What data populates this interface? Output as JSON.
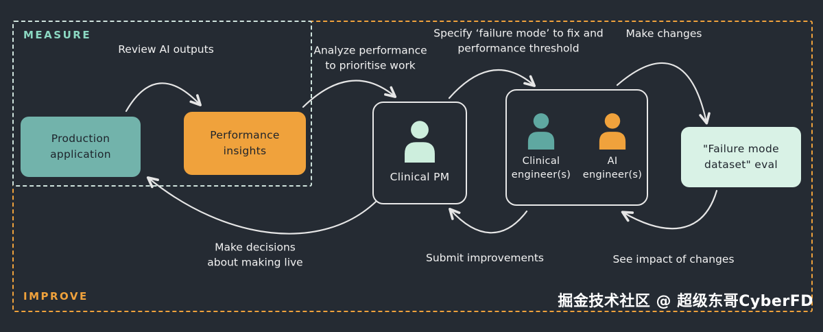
{
  "regions": {
    "measure": {
      "label": "MEASURE"
    },
    "improve": {
      "label": "IMPROVE"
    }
  },
  "nodes": {
    "production": {
      "label": "Production application",
      "color": "#72b3ab"
    },
    "insights": {
      "label": "Performance insights",
      "color": "#f0a23c"
    },
    "clinical_pm": {
      "label": "Clinical PM",
      "icon": "person-icon",
      "icon_color": "#cdeedd"
    },
    "clinical_engineer": {
      "label": "Clinical engineer(s)",
      "icon": "person-icon",
      "icon_color": "#5fa8a1"
    },
    "ai_engineer": {
      "label": "AI engineer(s)",
      "icon": "person-icon",
      "icon_color": "#f0a23c"
    },
    "failure_eval": {
      "label": "\"Failure mode dataset\" eval",
      "color": "#d9f2e6"
    }
  },
  "arrows": {
    "review": {
      "label": "Review AI outputs"
    },
    "analyze": {
      "label": "Analyze performance to prioritise work"
    },
    "specify": {
      "label": "Specify ‘failure mode’ to fix and performance threshold"
    },
    "make_changes": {
      "label": "Make changes"
    },
    "see_impact": {
      "label": "See impact of changes"
    },
    "submit": {
      "label": "Submit improvements"
    },
    "decisions": {
      "label": "Make decisions about making live"
    }
  },
  "watermark": {
    "text": "掘金技术社区 @ 超级东哥CyberFD"
  },
  "colors": {
    "background": "#252b33",
    "arrow_stroke": "#e6e6e6",
    "measure_border": "#cfe3dd",
    "measure_label": "#8bd8c2",
    "improve_accent": "#f0a23c",
    "teal_box": "#72b3ab",
    "orange_box": "#f0a23c",
    "mint_box": "#d9f2e6"
  }
}
